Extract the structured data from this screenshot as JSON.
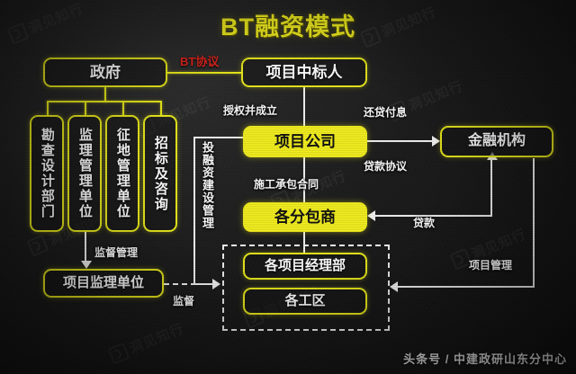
{
  "title": "BT融资模式",
  "footer": "头条号 / 中建政研山东分中心",
  "watermark": "洞见知行",
  "colors": {
    "accent_yellow": "#f2ee1f",
    "box_border": "#e8e81c",
    "line_white": "#f4f4f4",
    "red_label": "#e0231c",
    "background": "#1c1c1c"
  },
  "nodes": {
    "government": "政府",
    "winning_bidder": "项目中标人",
    "survey_design": "勘查设计部门",
    "supervision_unit": "监理管理单位",
    "land_acquisition_unit": "征地管理单位",
    "bidding_consulting": "招标及咨询",
    "project_supervision_unit": "项目监理单位",
    "project_company": "项目公司",
    "financial_institution": "金融机构",
    "subcontractors": "各分包商",
    "project_manager_depts": "各项目经理部",
    "work_zones": "各工区"
  },
  "edge_labels": {
    "bt_agreement": "BT协议",
    "authorize_establish": "授权并成立",
    "repay_loan_interest": "还贷付息",
    "loan_agreement": "贷款协议",
    "construction_contract": "施工承包合同",
    "loan": "贷款",
    "project_management": "项目管理",
    "supervision_management": "监督管理",
    "supervise": "监督",
    "investment_financing_construction_management": "投融资建设管理"
  }
}
